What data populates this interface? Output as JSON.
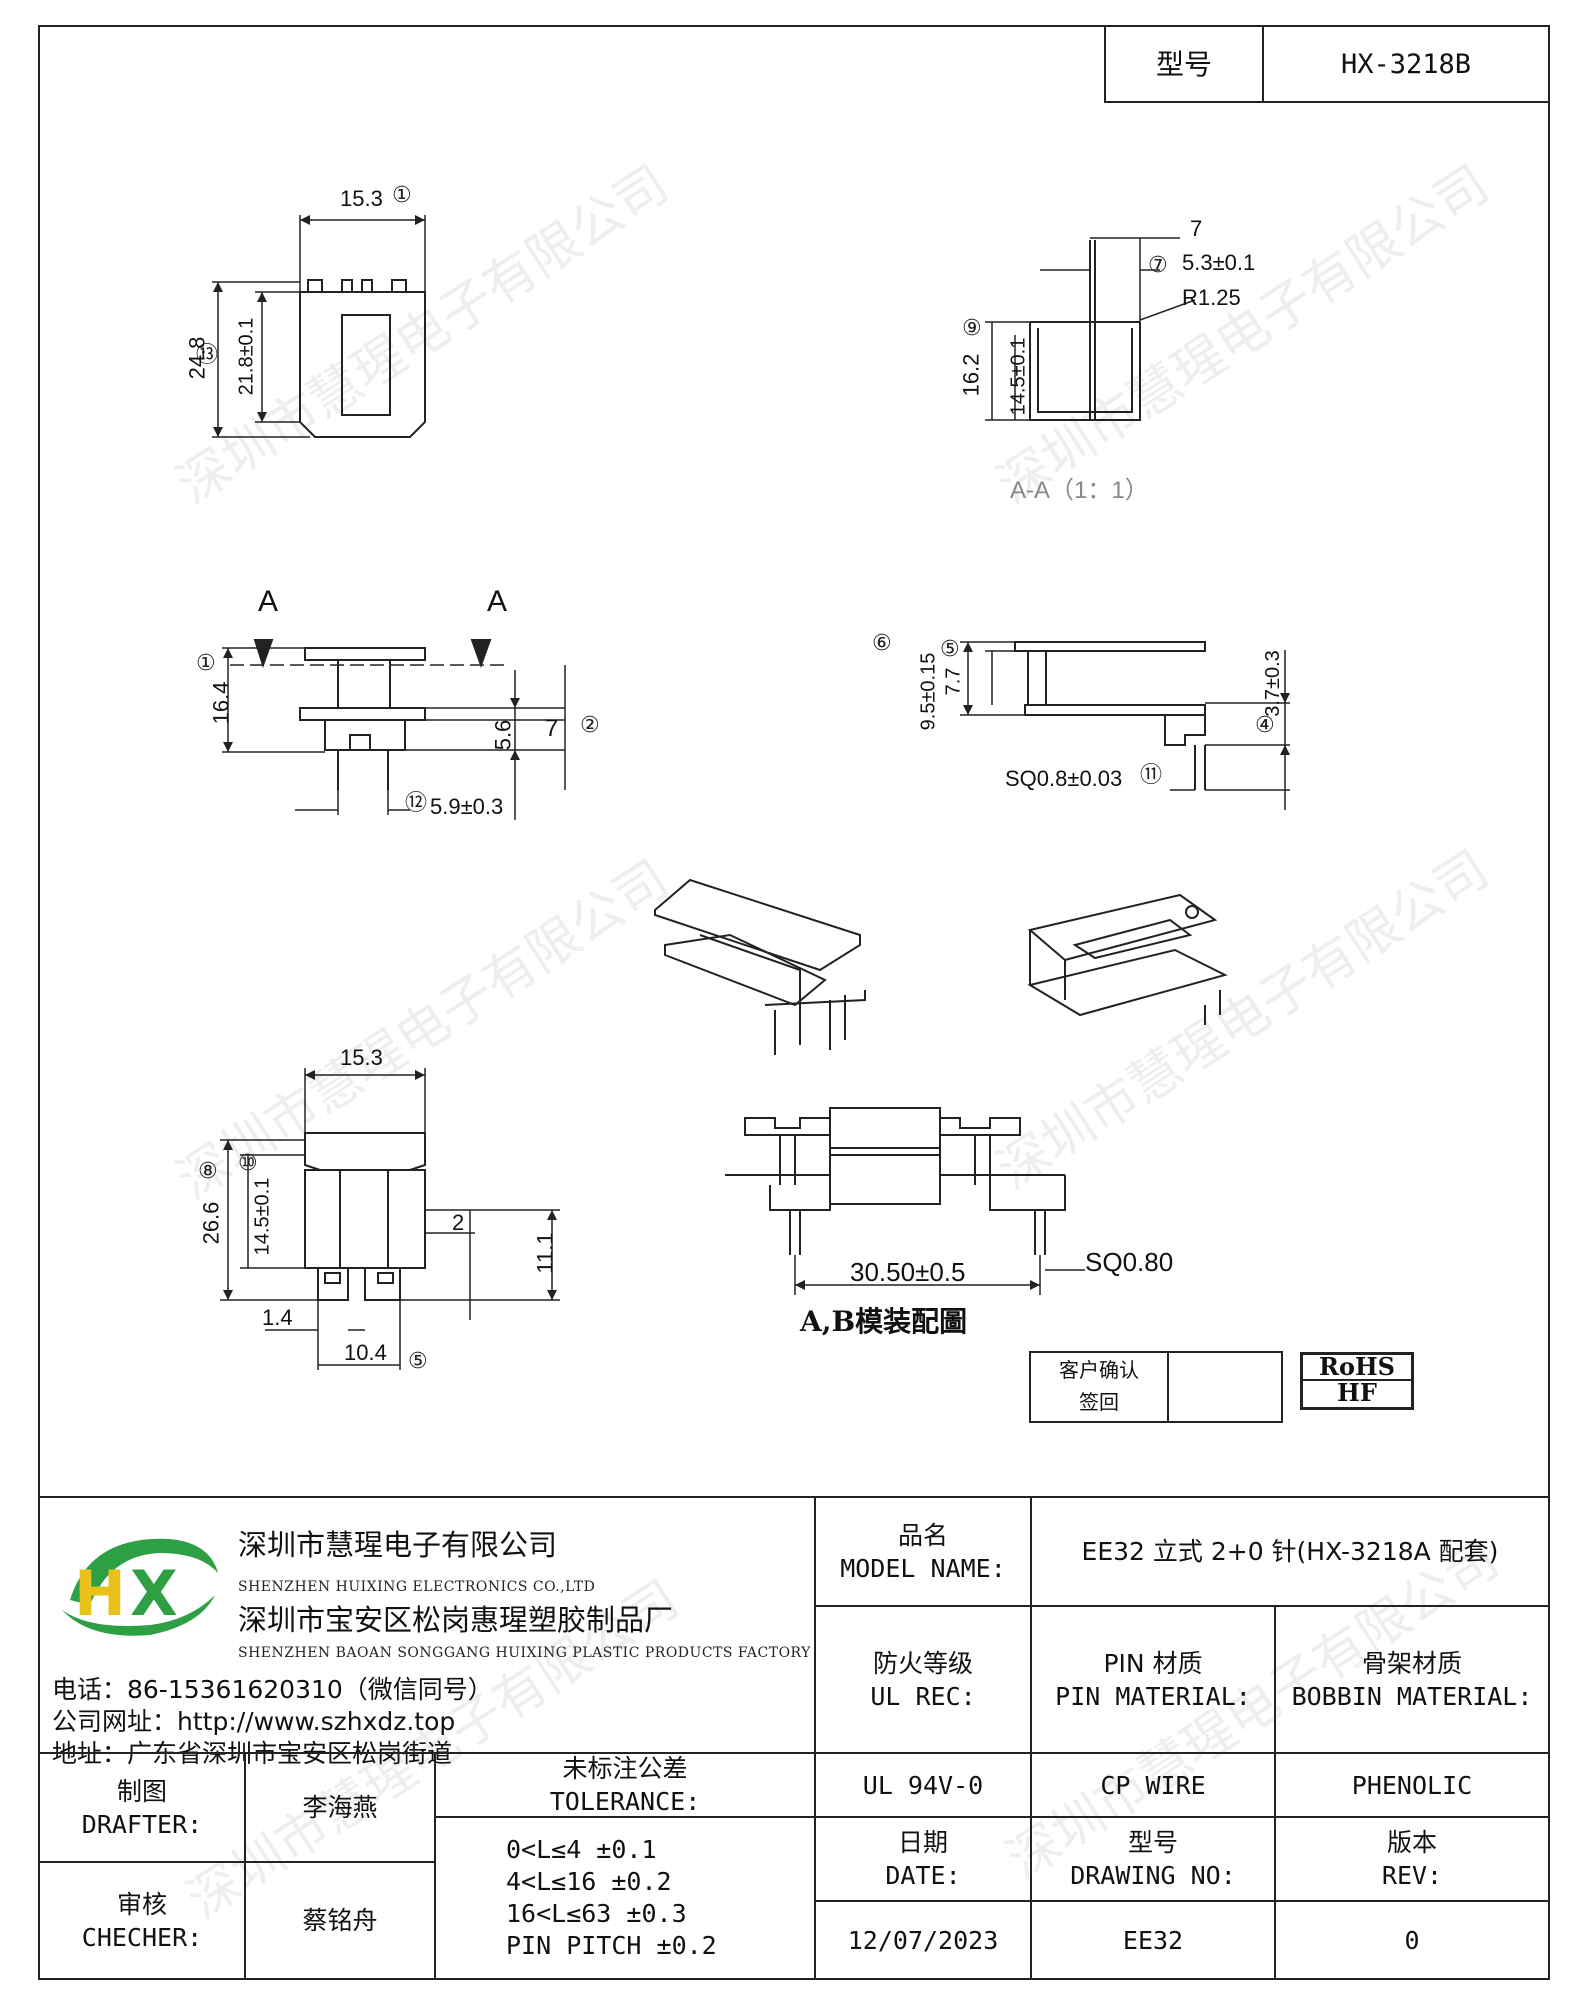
{
  "header": {
    "model_label": "型号",
    "model_value": "HX-3218B"
  },
  "drawing": {
    "dims": {
      "top_width": "15.3",
      "outer_height": "24.8",
      "inner_height": "21.8±0.1",
      "a_dim_7": "7",
      "slot": "5.3±0.1",
      "radius": "R1.25",
      "h_162": "16.2",
      "h_145": "14.5±0.1",
      "section": "A-A（1：1）",
      "sec_a_left": "A",
      "sec_a_right": "A",
      "h_164": "16.4",
      "h_56": "5.6",
      "h_7b": "7",
      "pin_spacing": "5.9±0.3",
      "h_95": "9.5±0.15",
      "h_77": "7.7",
      "h_37": "3.7±0.3",
      "pin_sq": "SQ0.8±0.03",
      "bw_153": "15.3",
      "bh_266": "26.6",
      "bh_145": "14.5±0.1",
      "b_2": "2",
      "b_111": "11.1",
      "b_14": "1.4",
      "b_104": "10.4",
      "assy_width": "30.50±0.5",
      "assy_pin": "SQ0.80",
      "assy_caption": "A,B模装配圖"
    },
    "markers": [
      "①",
      "②",
      "③",
      "④",
      "⑤",
      "⑥",
      "⑦",
      "⑧",
      "⑨",
      "⑩",
      "⑪",
      "⑫",
      "⑬"
    ],
    "confirm_line1": "客户确认",
    "confirm_line2": "签回",
    "rohs_line1": "RoHS",
    "rohs_line2": "HF",
    "watermark": "深圳市慧瑆电子有限公司"
  },
  "company": {
    "name_cn": "深圳市慧瑆电子有限公司",
    "name_en": "SHENZHEN HUIXING ELECTRONICS CO.,LTD",
    "factory_cn": "深圳市宝安区松岗惠瑆塑胶制品厂",
    "factory_en": "SHENZHEN BAOAN SONGGANG HUIXING PLASTIC PRODUCTS FACTORY",
    "phone": "电话：86-15361620310（微信同号）",
    "website": "公司网址：http://www.szhxdz.top",
    "address": "地址：广东省深圳市宝安区松岗街道",
    "logo_text": "HX",
    "logo_colors": {
      "green": "#2ea043",
      "yellow": "#e8c21a"
    }
  },
  "title_block": {
    "model_name_cn": "品名",
    "model_name_en": "MODEL NAME:",
    "model_name_value": "EE32 立式 2+0 针(HX-3218A 配套)",
    "ul_cn": "防火等级",
    "ul_en": "UL REC:",
    "pin_cn": "PIN 材质",
    "pin_en": "PIN MATERIAL:",
    "bobbin_cn": "骨架材质",
    "bobbin_en": "BOBBIN MATERIAL:",
    "ul_value": "UL 94V-0",
    "pin_value": "CP WIRE",
    "bobbin_value": "PHENOLIC",
    "drafter_cn": "制图",
    "drafter_en": "DRAFTER:",
    "drafter_value": "李海燕",
    "checker_cn": "审核",
    "checker_en": "CHECHER:",
    "checker_value": "蔡铭舟",
    "tol_cn": "未标注公差",
    "tol_en": "TOLERANCE:",
    "tol_rows": [
      "0<L≤4  ±0.1",
      "4<L≤16 ±0.2",
      "16<L≤63 ±0.3",
      "PIN PITCH ±0.2"
    ],
    "date_cn": "日期",
    "date_en": "DATE:",
    "date_value": "12/07/2023",
    "drawing_cn": "型号",
    "drawing_en": "DRAWING NO:",
    "drawing_value": "EE32",
    "rev_cn": "版本",
    "rev_en": "REV:",
    "rev_value": "0"
  }
}
